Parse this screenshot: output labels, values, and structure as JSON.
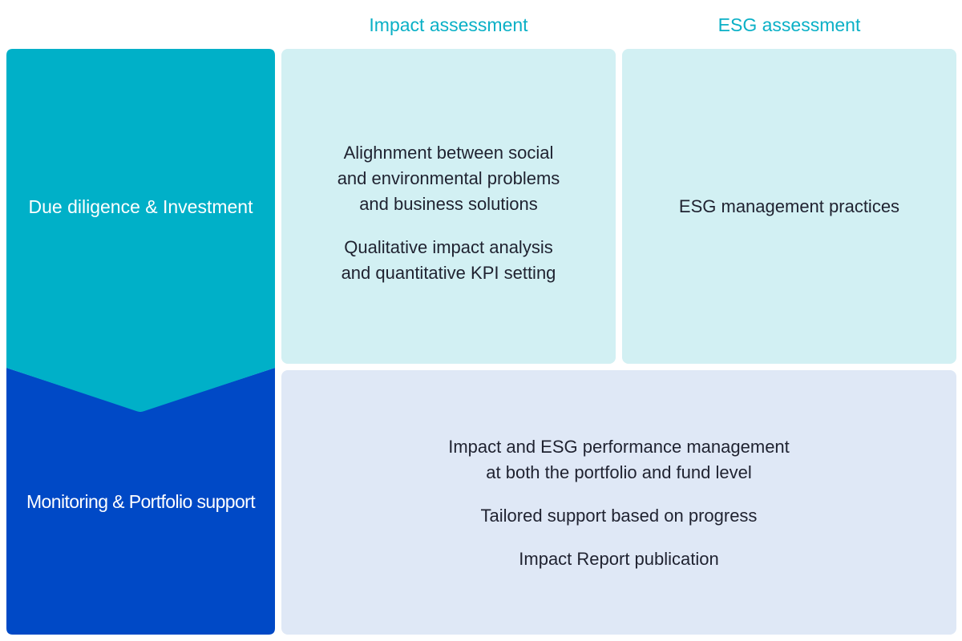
{
  "columns": {
    "impact": "Impact assessment",
    "esg": "ESG assessment"
  },
  "stages": {
    "due_diligence": {
      "label": "Due diligence & Investment",
      "color": "#00b0c8"
    },
    "monitoring": {
      "label": "Monitoring & Portfolio support",
      "color": "#0049c6"
    }
  },
  "cells": {
    "impact_due_diligence": [
      "Alighnment between social\nand environmental problems\nand business solutions",
      "Qualitative impact analysis\nand quantitative KPI setting"
    ],
    "esg_due_diligence": [
      "ESG management practices"
    ],
    "monitoring": [
      "Impact and ESG performance management\nat both the portfolio and fund level",
      "Tailored support based on progress",
      "Impact Report publication"
    ]
  },
  "colors": {
    "header_text": "#0ab0c6",
    "cell_light_teal": "#d2f0f3",
    "cell_light_blue": "#dfe8f6"
  }
}
